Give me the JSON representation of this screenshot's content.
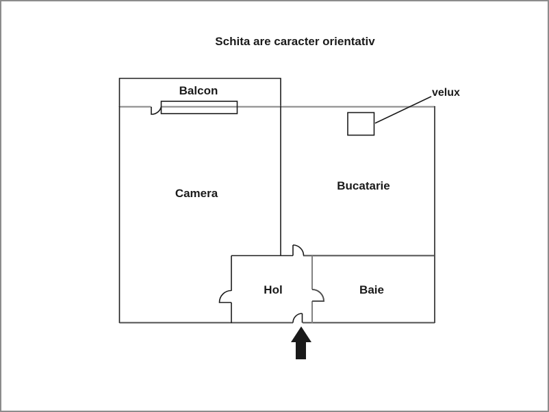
{
  "title": "Schita are caracter orientativ",
  "rooms": {
    "balcon": "Balcon",
    "camera": "Camera",
    "bucatarie": "Bucatarie",
    "hol": "Hol",
    "baie": "Baie"
  },
  "annotations": {
    "velux": "velux"
  },
  "colors": {
    "text": "#1a1a1a",
    "wall_black": "#1a1a1a",
    "wall_gray": "#999999",
    "wall_mid": "#4d4d4d",
    "divider_gray": "#808080",
    "border_gray": "#8c8c8c",
    "background": "#ffffff"
  }
}
